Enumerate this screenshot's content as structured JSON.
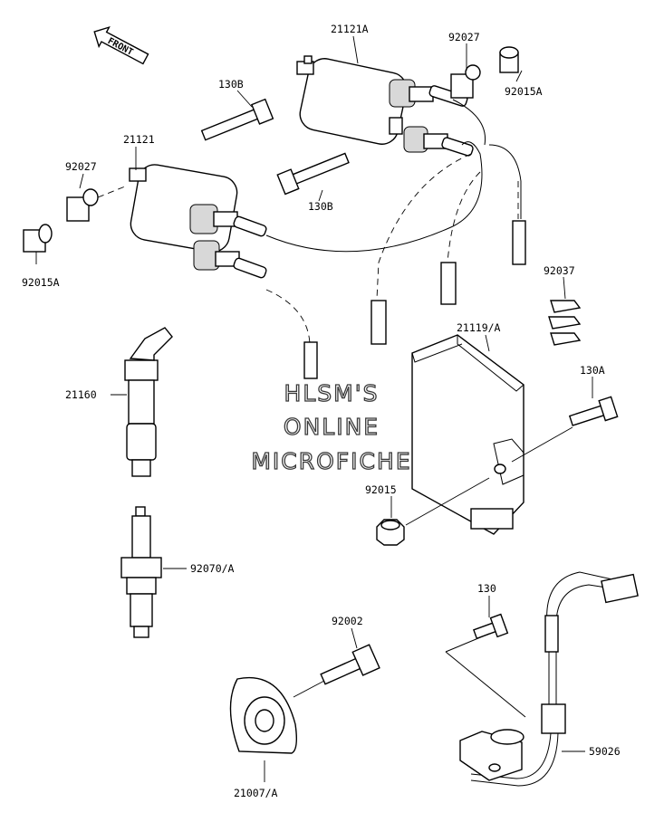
{
  "front_label": "FRONT",
  "watermark": {
    "line1": "HLSM'S",
    "line2": "ONLINE",
    "line3": "MICROFICHE"
  },
  "labels": {
    "coil_rear": "21121A",
    "washer_top": "92027",
    "collar_top": "92015A",
    "bolt_top": "130B",
    "coil_front": "21121",
    "washer_left": "92027",
    "collar_left": "92015A",
    "bolt_mid": "130B",
    "clamp": "92037",
    "igniter": "21119/A",
    "bolt_igniter": "130A",
    "cap": "21160",
    "nut_igniter": "92015",
    "spark_plug": "92070/A",
    "bolt_small": "130",
    "screw": "92002",
    "pickup": "59026",
    "rotor": "21007/A"
  }
}
